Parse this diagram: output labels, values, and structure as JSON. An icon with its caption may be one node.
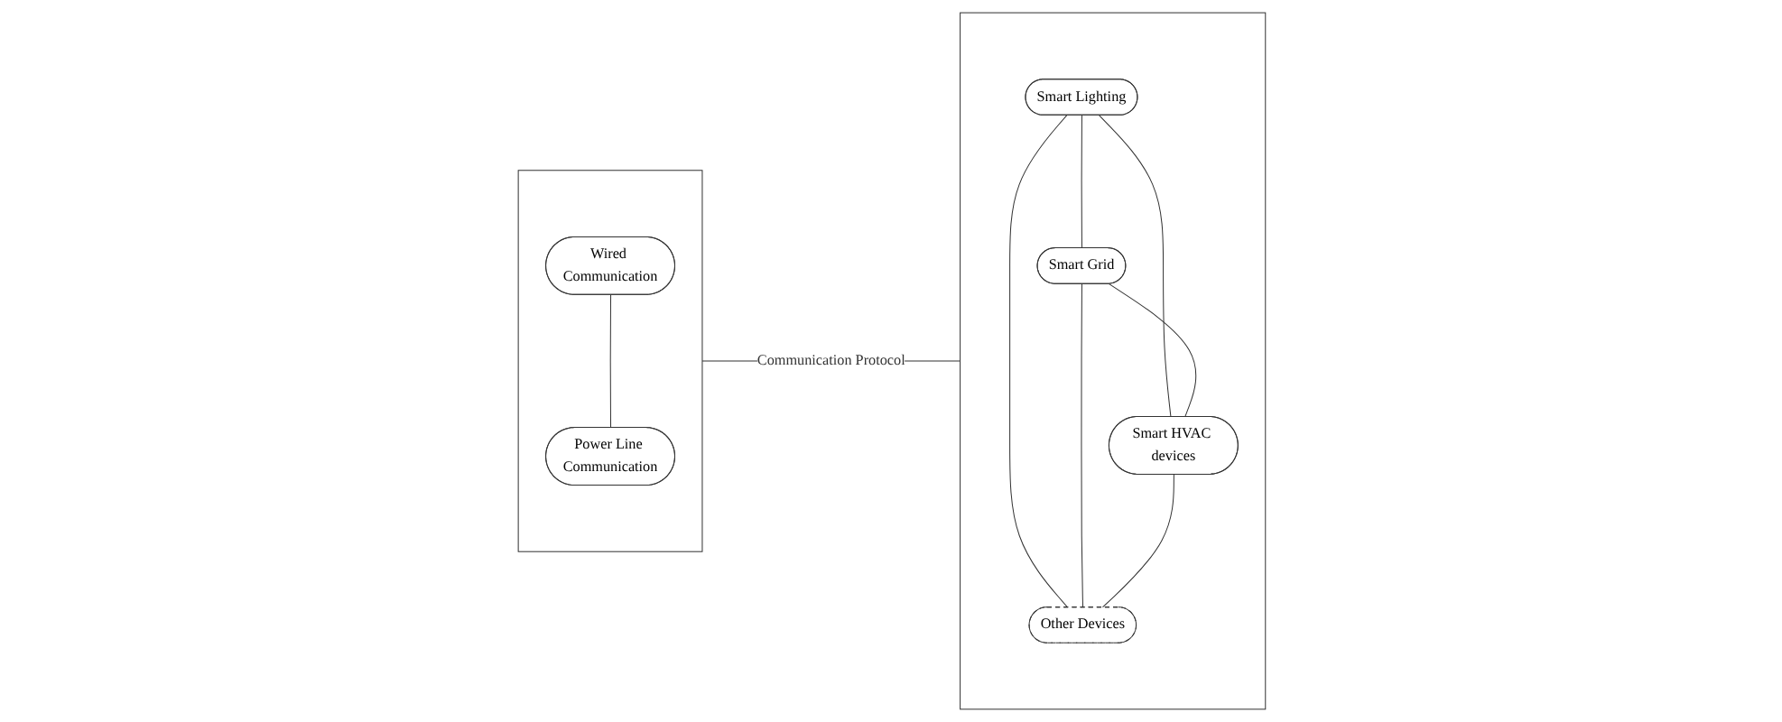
{
  "diagram": {
    "nodes": [
      {
        "text": [],
        "shape": "box"
      },
      {
        "text": [
          "Wired Communication"
        ],
        "in": 0
      },
      {
        "text": [
          "Power Line Communication"
        ],
        "in": 0
      },
      {
        "text": [],
        "shape": "box"
      },
      {
        "text": [
          "Smart Lighting"
        ],
        "in": 3
      },
      {
        "text": [
          "Smart Grid"
        ],
        "in": 3
      },
      {
        "text": [
          "Smart HVAC devices"
        ],
        "in": 3
      },
      {
        "text": [
          "Other Devices"
        ],
        "in": 3
      }
    ],
    "edges": [
      {
        "from": 0,
        "to": 3,
        "arrow": "none",
        "label": "Communication Protocol"
      },
      {
        "from": 1,
        "to": 2,
        "arrow": "none"
      },
      {
        "from": 4,
        "to": 5,
        "arrow": "none"
      },
      {
        "from": 4,
        "to": 6,
        "arrow": "none"
      },
      {
        "from": 4,
        "to": 7,
        "arrow": "none"
      },
      {
        "from": 5,
        "to": 6,
        "arrow": "none"
      },
      {
        "from": 5,
        "to": 7,
        "arrow": "none"
      },
      {
        "from": 6,
        "to": 7,
        "arrow": "none"
      }
    ]
  }
}
